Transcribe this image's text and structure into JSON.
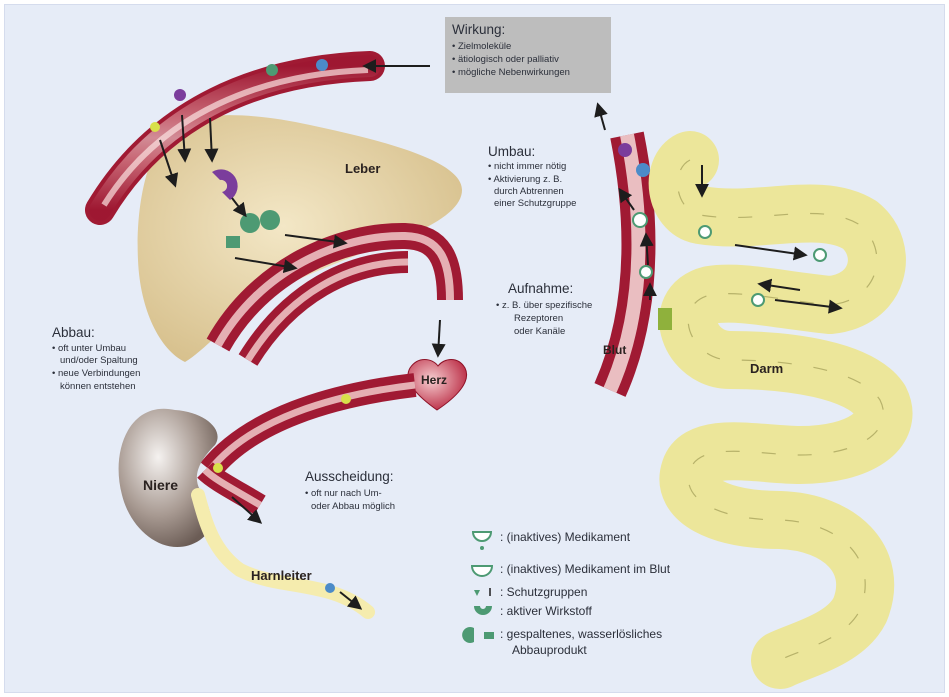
{
  "organs": {
    "liver": "Leber",
    "heart": "Herz",
    "kidney": "Niere",
    "ureter": "Harnleiter",
    "blood": "Blut",
    "gut": "Darm"
  },
  "boxes": {
    "wirkung": {
      "title": "Wirkung:",
      "items": [
        "• Zielmoleküle",
        "• ätiologisch oder palliativ",
        "• mögliche Nebenwirkungen"
      ]
    },
    "umbau": {
      "title": "Umbau:",
      "items": [
        "• nicht immer nötig",
        "• Aktivierung z. B.",
        "durch Abtrennen",
        "einer Schutzgruppe"
      ]
    },
    "aufnahme": {
      "title": "Aufnahme:",
      "items": [
        "• z. B. über spezifische",
        "Rezeptoren",
        "oder Kanäle"
      ]
    },
    "abbau": {
      "title": "Abbau:",
      "items": [
        "• oft unter Umbau",
        "und/oder Spaltung",
        "• neue Verbindungen",
        "können entstehen"
      ]
    },
    "ausscheidung": {
      "title": "Ausscheidung:",
      "items": [
        "• oft nur nach Um-",
        "oder Abbau möglich"
      ]
    }
  },
  "legend": [
    {
      "icon": "inactive-drug-icon",
      "label": ": (inaktives) Medikament"
    },
    {
      "icon": "inactive-drug-blood-icon",
      "label": ": (inaktives) Medikament im Blut"
    },
    {
      "icon": "protective-group-icon",
      "label": ": Schutzgruppen"
    },
    {
      "icon": "active-agent-icon",
      "label": ": aktiver Wirkstoff"
    },
    {
      "icon": "split-product-icon",
      "label": ": gespaltenes, wasserlösliches",
      "label2": "Abbauprodukt"
    }
  ],
  "colors": {
    "background": "#e6ecf7",
    "vessel": "#b81e3a",
    "liver": "#e9d8ae",
    "gut": "#ece69a",
    "kidney": "#8a7b74",
    "box": "#bdbdbd",
    "active": "#7b3d9c",
    "inactive": "#4d9a73"
  }
}
